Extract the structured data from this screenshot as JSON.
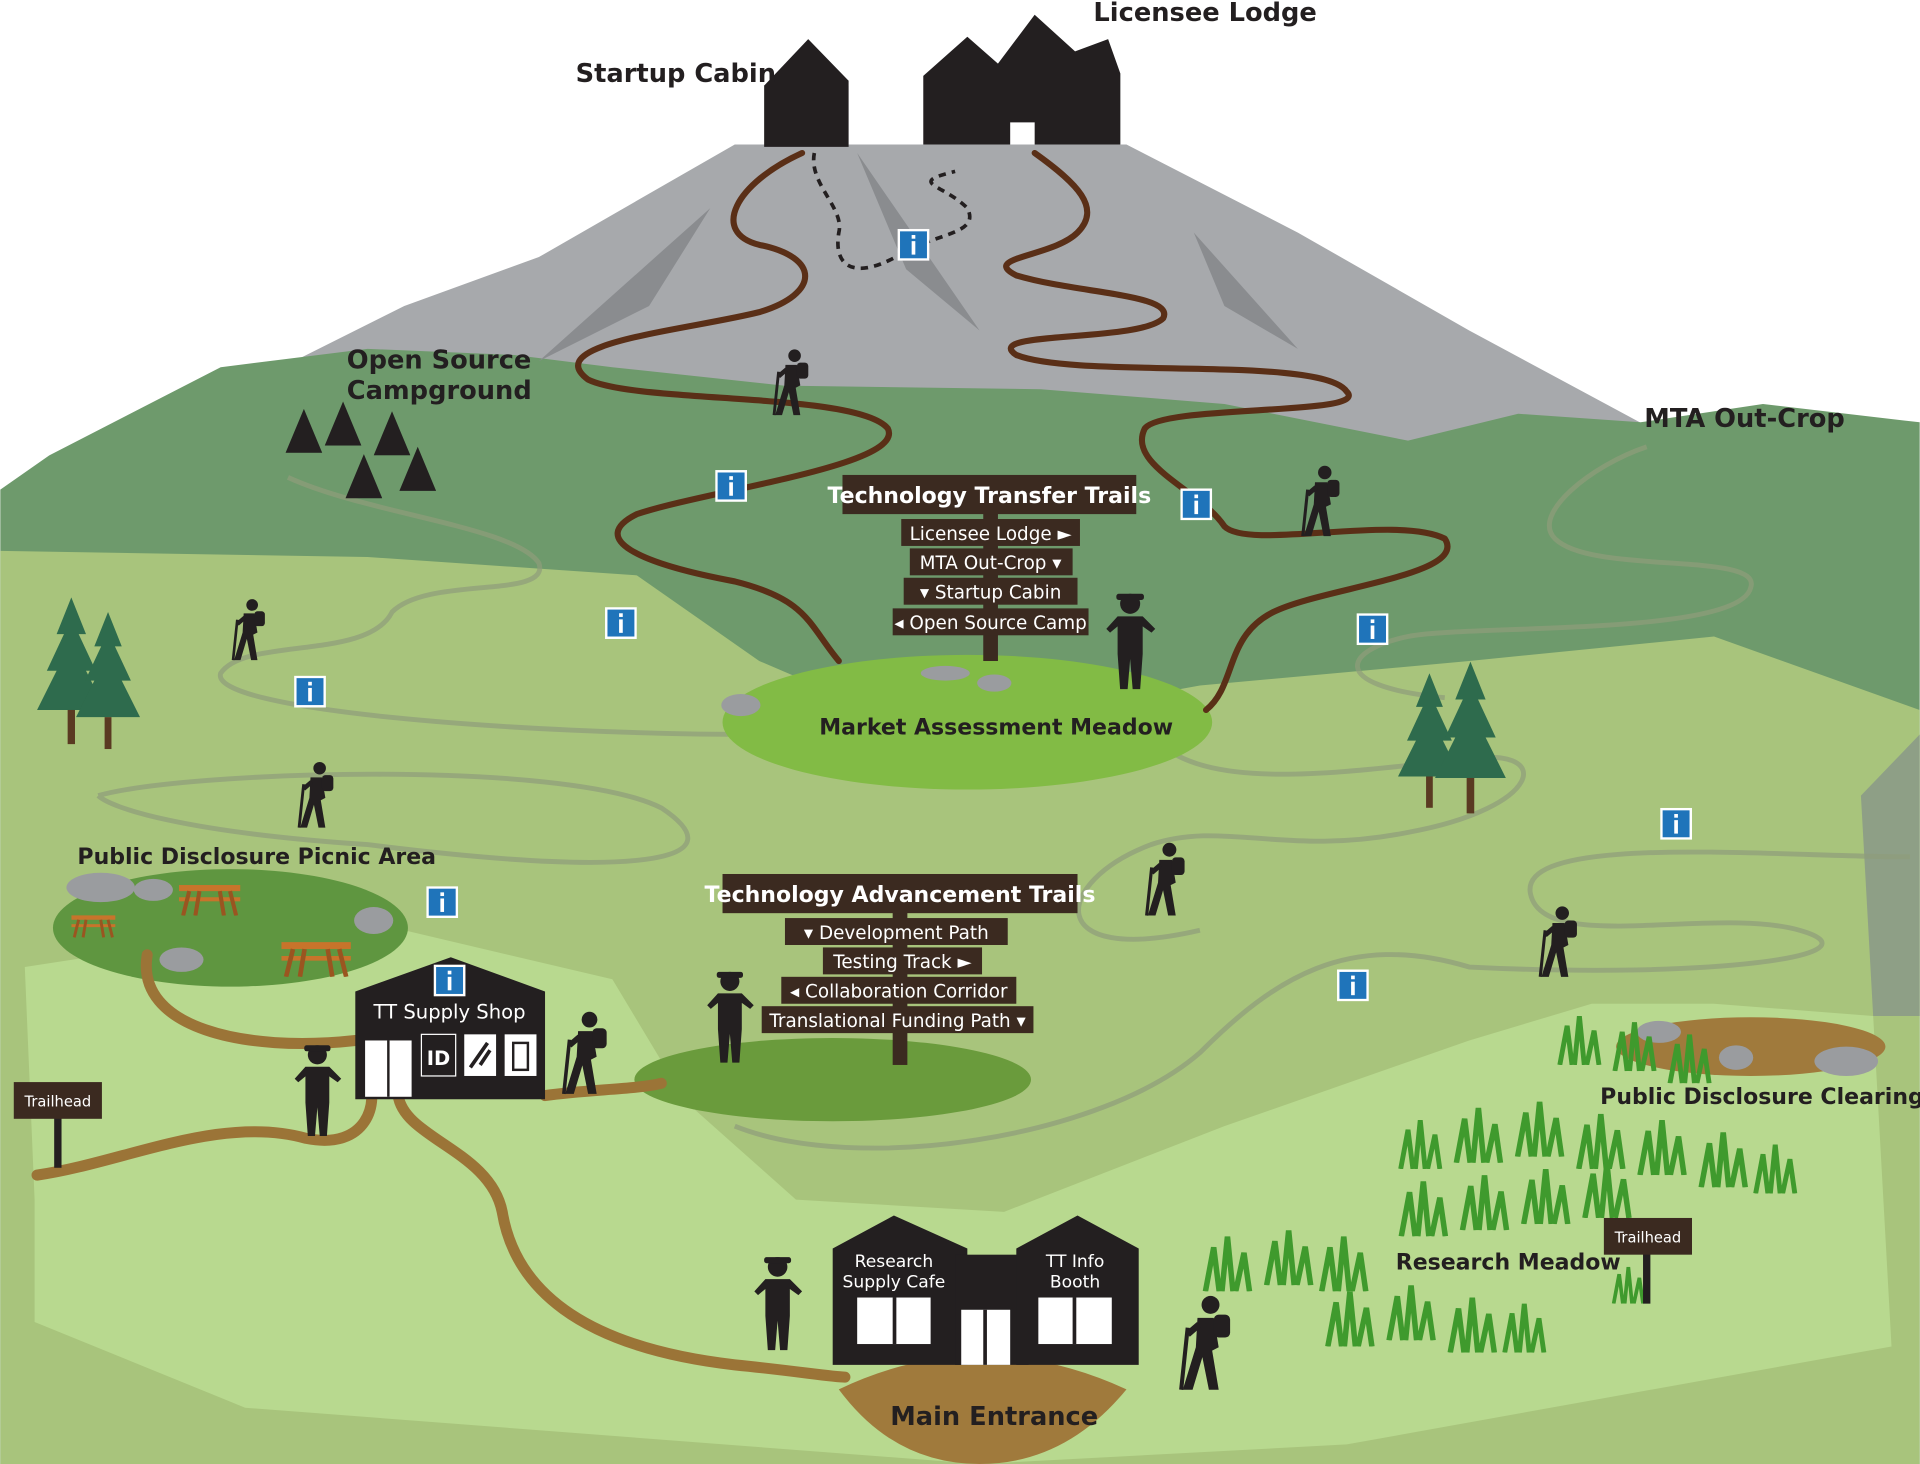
{
  "map": {
    "peaks": {
      "startup_cabin": "Startup Cabin",
      "licensee_lodge": "Licensee Lodge"
    },
    "areas": {
      "open_source": [
        "Open Source",
        "Campground"
      ],
      "mta_out_crop": "MTA Out-Crop",
      "market_meadow": "Market Assessment Meadow",
      "picnic_area": "Public Disclosure Picnic Area",
      "clearing": "Public Disclosure Clearing",
      "research_meadow": "Research Meadow",
      "main_entrance": "Main Entrance"
    },
    "transfer_sign": {
      "title": "Technology Transfer Trails",
      "items": [
        "Licensee Lodge ►",
        "MTA Out-Crop ▾",
        "▾ Startup Cabin",
        "◂ Open Source Camp"
      ]
    },
    "advancement_sign": {
      "title": "Technology Advancement Trails",
      "items": [
        "▾ Development Path",
        "Testing Track ►",
        "◂ Collaboration Corridor",
        "Translational Funding Path ▾"
      ]
    },
    "buildings": {
      "supply_shop": "TT Supply Shop",
      "shop_id": "ID",
      "cafe": [
        "Research",
        "Supply Cafe"
      ],
      "info_booth": [
        "TT Info",
        "Booth"
      ]
    },
    "trailheads": [
      "Trailhead",
      "Trailhead"
    ],
    "info_marker": "i",
    "colors": {
      "mountain": "#a7a9ac",
      "forest": "#6e9a6c",
      "hill": "#a8c47c",
      "valley": "#b8d98f",
      "meadow": "#82bb45",
      "trail": "#5a2f17",
      "sign": "#3b2a20",
      "info": "#1f74ba"
    }
  }
}
